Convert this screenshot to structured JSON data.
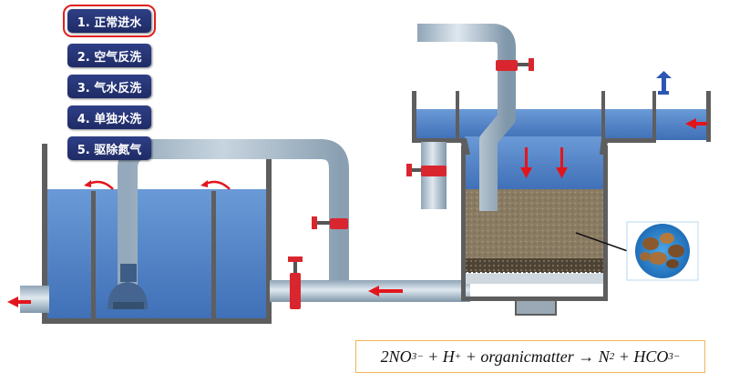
{
  "menu": {
    "items": [
      {
        "label": "1. 正常进水",
        "active": true
      },
      {
        "label": "2. 空气反洗",
        "active": false
      },
      {
        "label": "3. 气水反洗",
        "active": false
      },
      {
        "label": "4. 单独水洗",
        "active": false
      },
      {
        "label": "5. 驱除氮气",
        "active": false
      }
    ]
  },
  "formula": {
    "coef": "2",
    "no": "NO",
    "no_sub": "3",
    "minus": "−",
    "plus1": "+",
    "h": "H",
    "h_sup": "+",
    "plus2": "+",
    "organic": "organicmatter",
    "arrow": "→",
    "n": "N",
    "n_sub": "2",
    "plus3": "+",
    "hco": "HCO",
    "hco_sub": "3",
    "hco_sup": "−"
  },
  "colors": {
    "water": "#5b8fcf",
    "water_dark": "#3f6fb4",
    "pipe": "#b9c9d6",
    "wall": "#6b6b6b",
    "valve": "#d9262e",
    "arrow": "#e3151c",
    "media": "#8a7b63",
    "menu_bg": "#24326f"
  },
  "icons": [
    "pump-icon",
    "valve-icon",
    "flow-arrow-icon",
    "vent-icon",
    "media-magnifier-icon"
  ]
}
